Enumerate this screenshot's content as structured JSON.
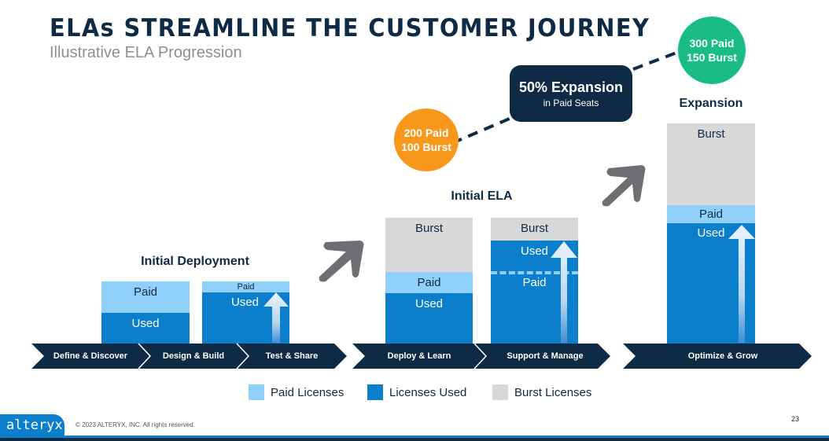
{
  "header": {
    "title": "ELAs STREAMLINE THE CUSTOMER JOURNEY",
    "subtitle": "Illustrative ELA Progression"
  },
  "sections": {
    "initial_deployment": "Initial Deployment",
    "initial_ela": "Initial ELA",
    "expansion": "Expansion"
  },
  "bars": [
    {
      "stage": "Define & Discover",
      "segments": [
        {
          "type": "used",
          "label": "Used"
        },
        {
          "type": "paid",
          "label": "Paid"
        }
      ]
    },
    {
      "stage": "Design & Build",
      "segments": [
        {
          "type": "used",
          "label": "Used"
        },
        {
          "type": "paid",
          "label": "Paid"
        }
      ],
      "growth_arrow": true
    },
    {
      "stage": "Deploy & Learn",
      "segments": [
        {
          "type": "used",
          "label": "Used"
        },
        {
          "type": "paid",
          "label": "Paid"
        },
        {
          "type": "burst",
          "label": "Burst"
        }
      ]
    },
    {
      "stage": "Support & Manage",
      "segments": [
        {
          "type": "used",
          "label": "Used"
        },
        {
          "type": "paid",
          "label": "Paid"
        },
        {
          "type": "burst",
          "label": "Burst"
        }
      ],
      "growth_arrow": true
    },
    {
      "stage": "Optimize & Grow",
      "segments": [
        {
          "type": "used",
          "label": "Used"
        },
        {
          "type": "paid",
          "label": "Paid"
        },
        {
          "type": "burst",
          "label": "Burst"
        }
      ],
      "growth_arrow": true
    }
  ],
  "stages": [
    "Define & Discover",
    "Design & Build",
    "Test & Share",
    "Deploy & Learn",
    "Support & Manage",
    "Optimize & Grow"
  ],
  "milestones": {
    "initial_ela": {
      "line1": "200 Paid",
      "line2": "100 Burst",
      "color": "#f7981d"
    },
    "expansion_box": {
      "headline": "50% Expansion",
      "subtext": "in Paid Seats"
    },
    "expansion": {
      "line1": "300 Paid",
      "line2": "150 Burst",
      "color": "#1abc85"
    }
  },
  "legend": [
    {
      "label": "Paid Licenses",
      "color": "#8fd1fb"
    },
    {
      "label": "Licenses Used",
      "color": "#0b7fcb"
    },
    {
      "label": "Burst Licenses",
      "color": "#d8d8d8"
    }
  ],
  "colors": {
    "navy": "#0f2a44",
    "paid": "#8fd1fb",
    "used": "#0b7fcb",
    "burst": "#d8d8d8",
    "orange": "#f7981d",
    "green": "#1abc85"
  },
  "footer": {
    "logo": "alteryx",
    "copyright": "© 2023 ALTERYX, INC. All rights reserved.",
    "page_number": "23"
  }
}
